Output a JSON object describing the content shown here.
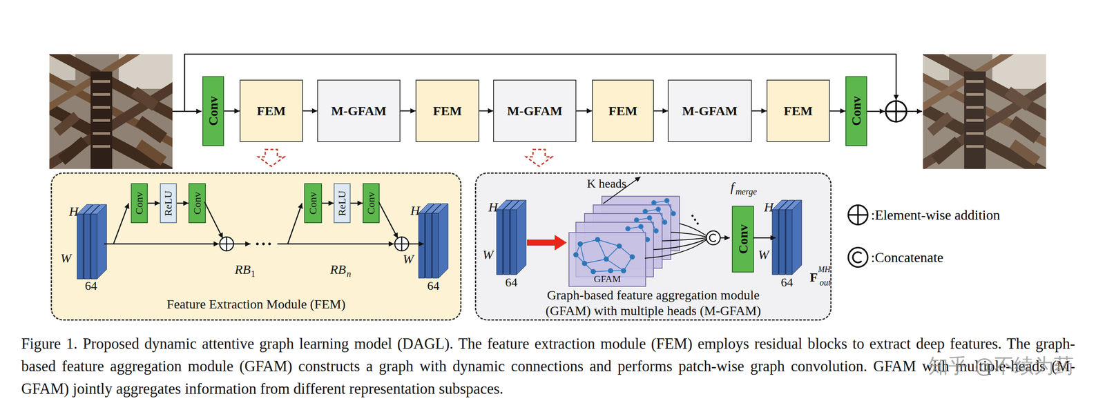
{
  "diagram": {
    "caption": "Figure 1. Proposed dynamic attentive graph learning model (DAGL). The feature extraction module (FEM) employs residual blocks to extract deep features. The graph-based feature aggregation module (GFAM) constructs a graph with dynamic connections and performs patch-wise graph convolution. GFAM with multiple-heads (M-GFAM) jointly aggregates information from different representation subspaces.",
    "nodes": [
      {
        "text": [
          "Conv"
        ]
      },
      {
        "text": [
          "FEM"
        ]
      },
      {
        "text": [
          "M-GFAM"
        ]
      },
      {
        "text": [
          "FEM"
        ]
      },
      {
        "text": [
          "M-GFAM"
        ]
      },
      {
        "text": [
          "FEM"
        ]
      },
      {
        "text": [
          "M-GFAM"
        ]
      },
      {
        "text": [
          "FEM"
        ]
      },
      {
        "text": [
          "Conv"
        ]
      },
      {
        "text": [
          "Feature Extraction Module (FEM)"
        ]
      },
      {
        "text": [
          "Conv"
        ],
        "in": 9
      },
      {
        "text": [
          "ReLU"
        ],
        "in": 9
      },
      {
        "text": [
          "Conv"
        ],
        "in": 9
      },
      {
        "text": [
          "Conv"
        ],
        "in": 9
      },
      {
        "text": [
          "ReLU"
        ],
        "in": 9
      },
      {
        "text": [
          "Conv"
        ],
        "in": 9
      },
      {
        "text": [
          "Graph-based feature aggregation module (GFAM) with multiple heads (M-GFAM)"
        ]
      },
      {
        "text": [
          "GFAM"
        ],
        "in": 16
      },
      {
        "text": [
          "Conv"
        ],
        "in": 16
      }
    ],
    "edges": [
      {
        "from": 0,
        "to": 1,
        "arrow": "to"
      },
      {
        "from": 1,
        "to": 2,
        "arrow": "to"
      },
      {
        "from": 2,
        "to": 3,
        "arrow": "to"
      },
      {
        "from": 3,
        "to": 4,
        "arrow": "to"
      },
      {
        "from": 4,
        "to": 5,
        "arrow": "to"
      },
      {
        "from": 5,
        "to": 6,
        "arrow": "to"
      },
      {
        "from": 6,
        "to": 7,
        "arrow": "to"
      },
      {
        "from": 7,
        "to": 8,
        "arrow": "to"
      },
      {
        "from": 10,
        "to": 11,
        "arrow": "to"
      },
      {
        "from": 11,
        "to": 12,
        "arrow": "to"
      },
      {
        "from": 13,
        "to": 14,
        "arrow": "to"
      },
      {
        "from": 14,
        "to": 15,
        "arrow": "to"
      }
    ],
    "labels": [
      "H",
      "W",
      "64",
      "RB",
      "1",
      "RB",
      "n",
      "H",
      "W",
      "64",
      "H",
      "W",
      "64",
      "K heads",
      "f",
      "merge",
      "H",
      "W",
      "64",
      "F",
      "MH",
      "out",
      "知乎 @不续为药"
    ],
    "legend": [
      {
        "text": ":Element-wise addition"
      },
      {
        "text": ":Concatenate"
      }
    ]
  }
}
